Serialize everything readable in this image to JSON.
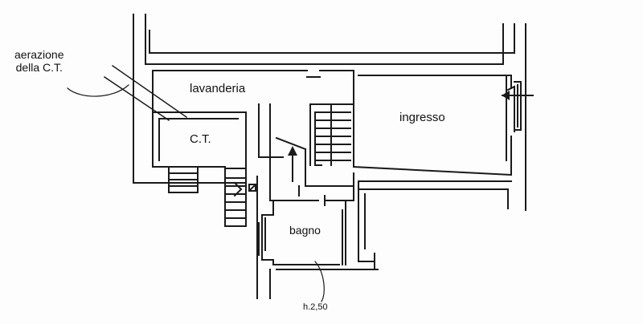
{
  "labels": {
    "aerazione_line1": "aerazione",
    "aerazione_line2": "della C.T.",
    "lavanderia": "lavanderia",
    "ct": "C.T.",
    "ingresso": "ingresso",
    "bagno": "bagno",
    "height": "h.2,50"
  },
  "colors": {
    "ink": "#1a1a1a",
    "paper": "#fdfdfd"
  }
}
